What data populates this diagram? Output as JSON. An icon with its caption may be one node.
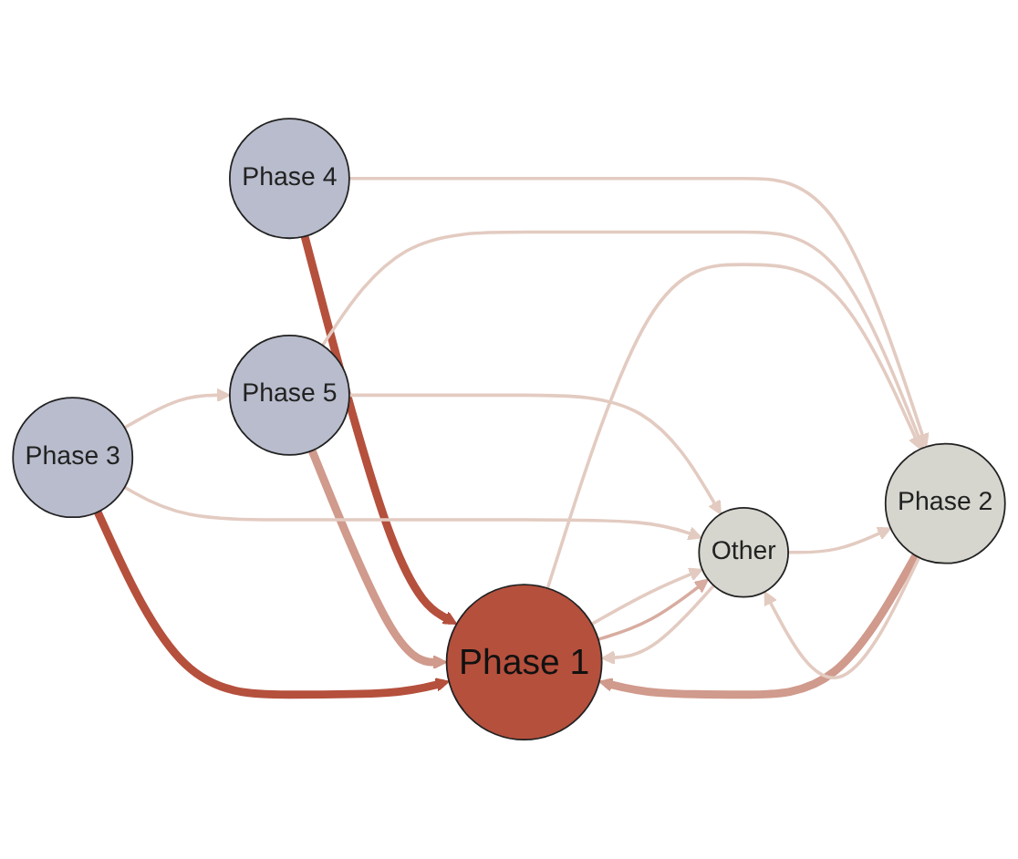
{
  "diagram": {
    "nodes": [
      {
        "text": [
          "Phase 5"
        ]
      },
      {
        "text": [
          "Phase 4"
        ]
      },
      {
        "text": [
          "Phase 1"
        ]
      },
      {
        "text": [
          "Other"
        ]
      },
      {
        "text": [
          "Phase 3"
        ]
      },
      {
        "text": [
          "Phase 2"
        ]
      }
    ],
    "edges": [
      {
        "from": 1,
        "to": 2,
        "arrow": "to",
        "style": "thick",
        "color": "#b5503d"
      },
      {
        "from": 1,
        "to": 5,
        "arrow": "to"
      },
      {
        "from": 0,
        "to": 2,
        "arrow": "to",
        "style": "thick",
        "color": "#d09a8c"
      },
      {
        "from": 0,
        "to": 3,
        "arrow": "to"
      },
      {
        "from": 0,
        "to": 5,
        "arrow": "to"
      },
      {
        "from": 4,
        "to": 0,
        "arrow": "to"
      },
      {
        "from": 4,
        "to": 2,
        "arrow": "to",
        "style": "thick",
        "color": "#b5503d"
      },
      {
        "from": 4,
        "to": 3,
        "arrow": "to"
      },
      {
        "from": 2,
        "to": 3,
        "arrow": "to"
      },
      {
        "from": 3,
        "to": 2,
        "arrow": "to"
      },
      {
        "from": 2,
        "to": 3,
        "arrow": "to",
        "color": "#d8aca0"
      },
      {
        "from": 5,
        "to": 2,
        "arrow": "to",
        "style": "thick",
        "color": "#d09a8c"
      },
      {
        "from": 2,
        "to": 5,
        "arrow": "to"
      },
      {
        "from": 3,
        "to": 5,
        "arrow": "to"
      },
      {
        "from": 5,
        "to": 3,
        "arrow": "to"
      }
    ]
  }
}
